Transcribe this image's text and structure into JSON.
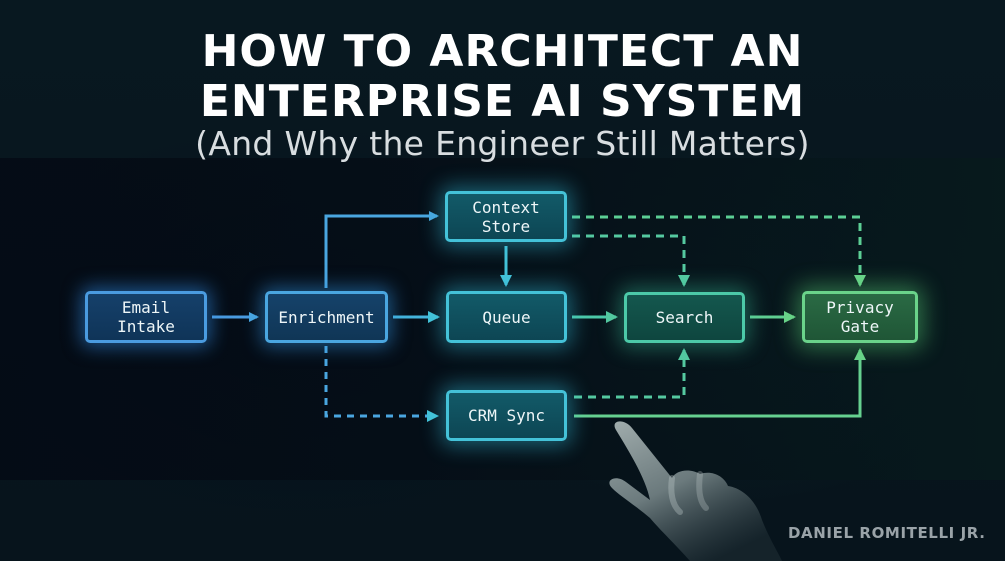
{
  "title": {
    "line1": "HOW TO ARCHITECT AN",
    "line2": "ENTERPRISE AI SYSTEM",
    "subtitle": "(And Why the Engineer Still Matters)"
  },
  "nodes": {
    "email_intake": "Email\nIntake",
    "enrichment": "Enrichment",
    "context_store": "Context\nStore",
    "queue": "Queue",
    "search": "Search",
    "privacy_gate": "Privacy\nGate",
    "crm_sync": "CRM Sync"
  },
  "edges": [
    {
      "from": "Email Intake",
      "to": "Enrichment",
      "style": "solid"
    },
    {
      "from": "Enrichment",
      "to": "Context Store",
      "style": "solid"
    },
    {
      "from": "Enrichment",
      "to": "Queue",
      "style": "solid"
    },
    {
      "from": "Enrichment",
      "to": "CRM Sync",
      "style": "dashed"
    },
    {
      "from": "Context Store",
      "to": "Queue",
      "style": "solid"
    },
    {
      "from": "Context Store",
      "to": "Search",
      "style": "dashed"
    },
    {
      "from": "Context Store",
      "to": "Privacy Gate",
      "style": "dashed"
    },
    {
      "from": "Queue",
      "to": "Search",
      "style": "solid"
    },
    {
      "from": "Search",
      "to": "Privacy Gate",
      "style": "solid"
    },
    {
      "from": "CRM Sync",
      "to": "Search",
      "style": "dashed"
    },
    {
      "from": "CRM Sync",
      "to": "Privacy Gate",
      "style": "solid"
    }
  ],
  "colors": {
    "blue": "#4a9be0",
    "cyan": "#44c2d8",
    "teal": "#4cc9a8",
    "green": "#6ad38a",
    "background": "#07131b"
  },
  "author": "DANIEL ROMITELLI JR.",
  "decorations": {
    "hand": "pointing-hand-illustration"
  }
}
